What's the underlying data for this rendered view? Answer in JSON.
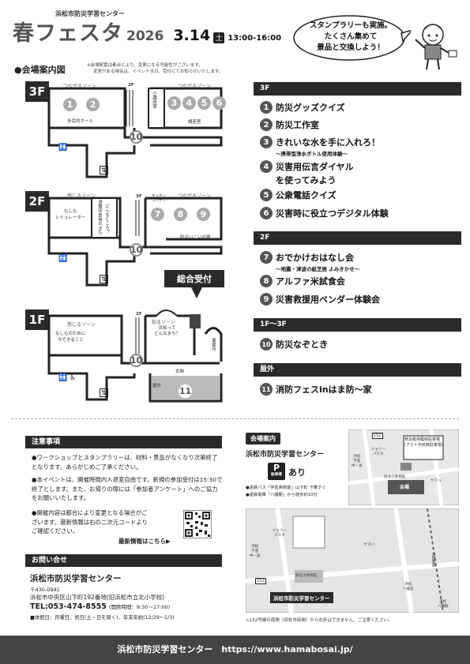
{
  "header": {
    "organizer_line": "浜松市防災学習センター",
    "title_main": "春フェスタ",
    "title_year": "2026",
    "date": "3.14",
    "weekday": "土",
    "time": "13:00-16:00",
    "bubble_lines": [
      "スタンプラリーも実施。",
      "たくさん集めて",
      "景品と交換しよう！"
    ]
  },
  "venue": {
    "heading": "●会場案内図",
    "note_lines": [
      "※会場配置は都合により、変更になる可能性がございます。",
      "変更がある場合は、イベント当日、受付にてお知らせいたします。"
    ],
    "reception_label": "総合受付"
  },
  "floor3": {
    "label": "3F",
    "zone_left": "つながるゾーン",
    "zone_right": "つながるゾーン",
    "room_left": "多目的ホール",
    "room_mid": "小講座室",
    "room_right": "講座室",
    "stairs": "2F",
    "nums_left": [
      "1",
      "2"
    ],
    "nums_right": [
      "3",
      "4",
      "5",
      "6"
    ],
    "num_center": "10"
  },
  "floor2": {
    "label": "2F",
    "zone_left": "感じるゾーン",
    "zone_right": "つながるゾーン",
    "room_sim": "もしも\nシミュレーター",
    "room_street": "避難所直後のまち",
    "room_street2": "どんなところ？",
    "room_kitchen": "キッチンコーナー",
    "room_right": "防災いこいの場",
    "stairs": "3F",
    "nums": [
      "7",
      "8",
      "9"
    ],
    "num_center": "10"
  },
  "floor1": {
    "label": "1F",
    "zone_left": "感じるゾーン",
    "zone_mid": "知るゾーン",
    "room_left": "もしものために\n今できること",
    "room_mid": "浜松って\nどんなまち？",
    "room_office": "事務所",
    "entrance": "玄関",
    "outside": "屋外",
    "stairs": "2F",
    "num_center": "10",
    "num_outside": "11"
  },
  "program": {
    "sections": [
      {
        "head": "3F",
        "items": [
          {
            "num": "1",
            "text": "防災グッズクイズ",
            "sub": ""
          },
          {
            "num": "2",
            "text": "防災工作室",
            "sub": ""
          },
          {
            "num": "3",
            "text": "きれいな水を手に入れろ！",
            "sub": "〜携帯型浄水ボトル使用体験〜"
          },
          {
            "num": "4",
            "text": "災害用伝言ダイヤル",
            "sub": "",
            "line2": "を使ってみよう"
          },
          {
            "num": "5",
            "text": "公衆電話クイズ",
            "sub": ""
          },
          {
            "num": "6",
            "text": "災害時に役立つデジタル体験",
            "sub": ""
          }
        ]
      },
      {
        "head": "2F",
        "items": [
          {
            "num": "7",
            "text": "おでかけおはなし会",
            "sub": "〜地震・津波の紙芝居 よみきかせ〜"
          },
          {
            "num": "8",
            "text": "アルファ米試食会",
            "sub": ""
          },
          {
            "num": "9",
            "text": "災害救援用ベンダー体験会",
            "sub": ""
          }
        ]
      },
      {
        "head": "1F〜3F",
        "items": [
          {
            "num": "10",
            "text": "防災なぞとき",
            "sub": ""
          }
        ]
      },
      {
        "head": "屋外",
        "items": [
          {
            "num": "11",
            "text": "消防フェスinはま防〜家",
            "sub": ""
          }
        ]
      }
    ]
  },
  "notes": {
    "heading": "注意事項",
    "items": [
      "●ワークショップとスタンプラリーは、材料・景品がなくなり次第終了となります。あらかじめご了承ください。",
      "●本イベントは、開催時間内入退室自由です。新規の参加受付は15:30で終了とします。また、お帰りの際には「参加者アンケート」へのご協力をお願いいたします。",
      "●開催内容は都合により変更となる場合がございます。最新情報は右の二次元コードよりご確認ください。"
    ],
    "qr_caption": "最新情報はこちら▶"
  },
  "contact": {
    "heading": "お問い合せ",
    "name": "浜松市防災学習センター",
    "zip": "〒430-0941",
    "address": "浜松市中央区山下町192番地(旧浜松市立北小学校)",
    "tel": "TEL:053-474-8555",
    "hours": "(開館時間：9:30〜17:00)",
    "closed": "■休館日：月曜日、祝日(土・日を除く)、年末年始(12/29〜1/3)"
  },
  "access": {
    "badge": "会場案内",
    "name": "浜松市防災学習センター",
    "parking_label": "駐車場",
    "parking_value": "あり",
    "bus_lines": [
      "●遠鉄バス「学芸高校前」山下町 下車すぐ",
      "●遠鉄電車「八幡駅」から徒歩約10分"
    ],
    "map_small_labels": [
      "参加者用臨時駐車場",
      "(アクト中央西駐車場)",
      "ジョリー\nパスタ",
      "ヤマハ",
      "旧北小体育館",
      "会場",
      "浜松\n学芸\n中・高",
      "152"
    ],
    "map_large_labels": [
      "ジョリー\nパスタ",
      "ヤマハ",
      "旧北小体育館",
      "浜松\n学芸\n中・高",
      "152",
      "遠鉄電車",
      "浜松\n八幡宮",
      "浜松\n八幡駅",
      "浜松市防災学習センター"
    ],
    "map_note": "⚠152号線の南側（浜松市街側）から右折はできません。ご注意ください。"
  },
  "footer": {
    "text": "浜松市防災学習センター　https://www.hamabosai.jp/"
  }
}
